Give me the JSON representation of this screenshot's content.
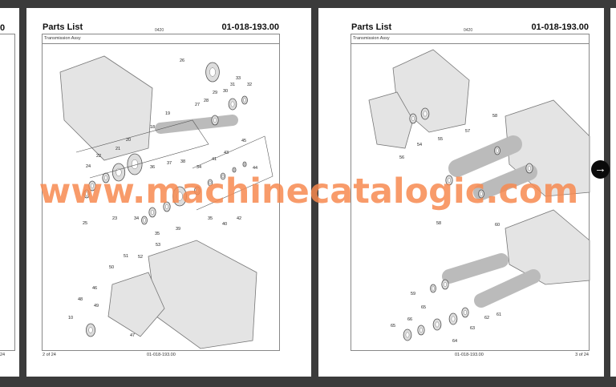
{
  "viewer": {
    "next_icon": "arrow-right-icon",
    "prev_page_fragment": {
      "header_tail": "0",
      "footer_tail": "24"
    }
  },
  "pages": [
    {
      "title": "Parts List",
      "code": "0420",
      "number": "01-018-193.00",
      "subtitle": "Transmission Assy",
      "footer_page": "2 of 24",
      "footer_number": "01-018-193.00",
      "callouts": [
        "26",
        "27",
        "28",
        "29",
        "30",
        "31",
        "32",
        "33",
        "19",
        "18",
        "20",
        "21",
        "22",
        "24",
        "23",
        "25",
        "34",
        "35",
        "36",
        "37",
        "38",
        "34",
        "41",
        "43",
        "45",
        "44",
        "42",
        "40",
        "35",
        "39",
        "50",
        "51",
        "52",
        "53",
        "46",
        "48",
        "49",
        "10",
        "47"
      ]
    },
    {
      "title": "Parts List",
      "code": "0420",
      "number": "01-018-193.00",
      "subtitle": "Transmission Assy",
      "footer_page": "3 of 24",
      "footer_number": "01-018-193.00",
      "callouts": [
        "54",
        "55",
        "56",
        "57",
        "58",
        "58",
        "60",
        "59",
        "61",
        "62",
        "63",
        "64",
        "65",
        "66",
        "65"
      ]
    }
  ],
  "watermark": "www.machinecatalogic.com",
  "colors": {
    "background": "#3b3b3b",
    "watermark": "#f78a50",
    "page": "#ffffff"
  }
}
